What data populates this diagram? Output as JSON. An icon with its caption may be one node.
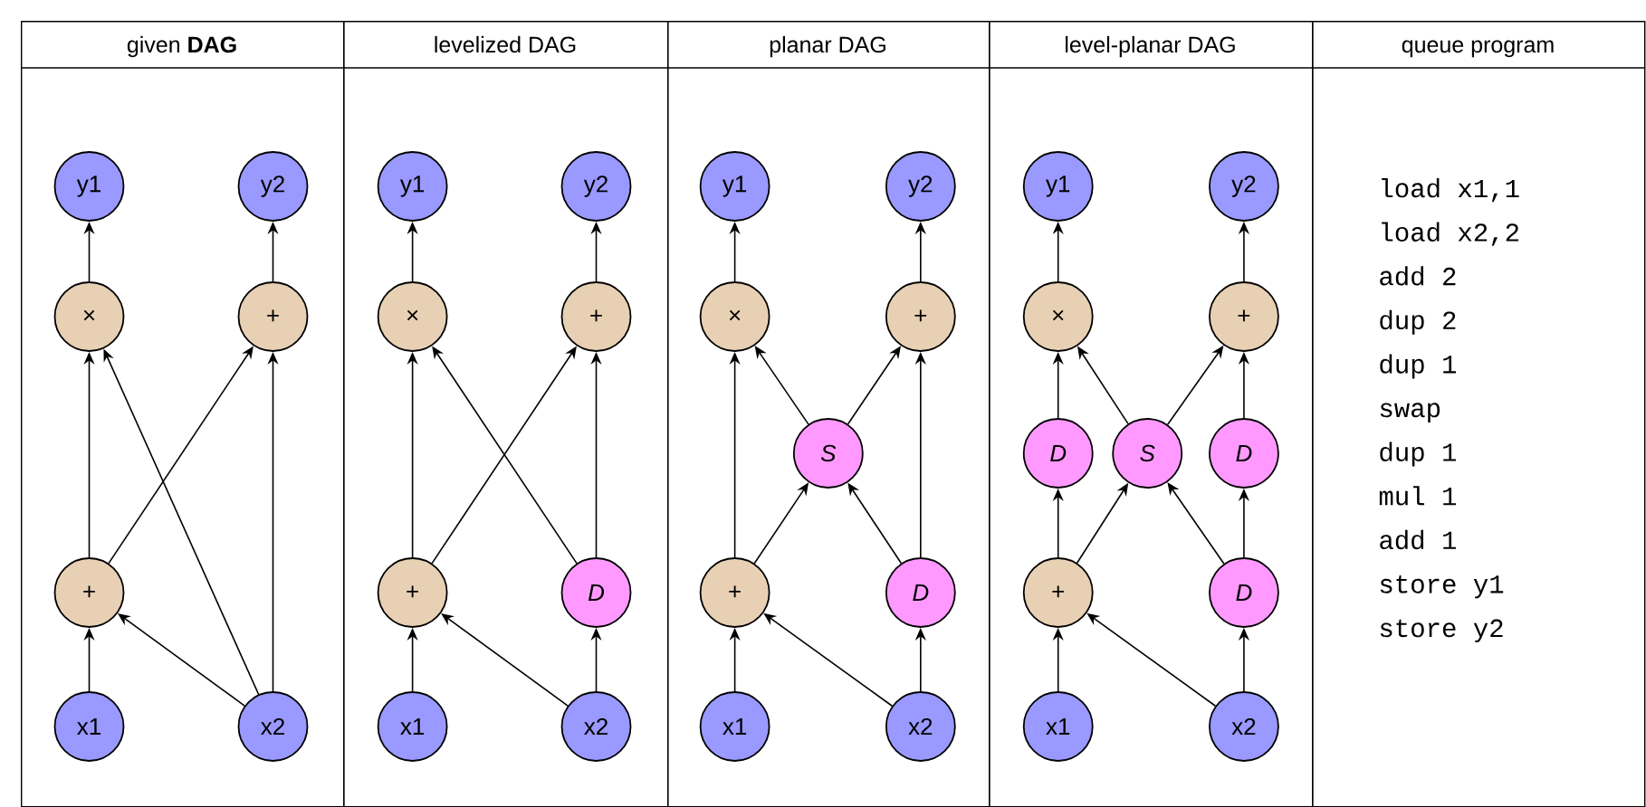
{
  "diagram": {
    "nodes": [
      {
        "text": [
          "given **DAG**"
        ]
      },
      {
        "text": [
          "y1"
        ],
        "in": 0
      },
      {
        "text": [
          "y2"
        ],
        "in": 0
      },
      {
        "text": [
          "×"
        ],
        "in": 0
      },
      {
        "text": [
          "+"
        ],
        "in": 0
      },
      {
        "text": [
          "+"
        ],
        "in": 0
      },
      {
        "text": [
          "x1"
        ],
        "in": 0
      },
      {
        "text": [
          "x2"
        ],
        "in": 0
      },
      {
        "text": [
          "levelized DAG"
        ]
      },
      {
        "text": [
          "y1"
        ],
        "in": 8
      },
      {
        "text": [
          "y2"
        ],
        "in": 8
      },
      {
        "text": [
          "×"
        ],
        "in": 8
      },
      {
        "text": [
          "+"
        ],
        "in": 8
      },
      {
        "text": [
          "+"
        ],
        "in": 8
      },
      {
        "text": [
          "D"
        ],
        "in": 8
      },
      {
        "text": [
          "x1"
        ],
        "in": 8
      },
      {
        "text": [
          "x2"
        ],
        "in": 8
      },
      {
        "text": [
          "planar DAG"
        ]
      },
      {
        "text": [
          "y1"
        ],
        "in": 17
      },
      {
        "text": [
          "y2"
        ],
        "in": 17
      },
      {
        "text": [
          "×"
        ],
        "in": 17
      },
      {
        "text": [
          "+"
        ],
        "in": 17
      },
      {
        "text": [
          "S"
        ],
        "in": 17
      },
      {
        "text": [
          "+"
        ],
        "in": 17
      },
      {
        "text": [
          "D"
        ],
        "in": 17
      },
      {
        "text": [
          "x1"
        ],
        "in": 17
      },
      {
        "text": [
          "x2"
        ],
        "in": 17
      },
      {
        "text": [
          "level-planar DAG"
        ]
      },
      {
        "text": [
          "y1"
        ],
        "in": 27
      },
      {
        "text": [
          "y2"
        ],
        "in": 27
      },
      {
        "text": [
          "×"
        ],
        "in": 27
      },
      {
        "text": [
          "+"
        ],
        "in": 27
      },
      {
        "text": [
          "D"
        ],
        "in": 27
      },
      {
        "text": [
          "S"
        ],
        "in": 27
      },
      {
        "text": [
          "D"
        ],
        "in": 27
      },
      {
        "text": [
          "+"
        ],
        "in": 27
      },
      {
        "text": [
          "D"
        ],
        "in": 27
      },
      {
        "text": [
          "x1"
        ],
        "in": 27
      },
      {
        "text": [
          "x2"
        ],
        "in": 27
      },
      {
        "text": [
          "queue program",
          "load x1,1",
          "load x2,2",
          "add 2",
          "dup 2",
          "dup 1",
          "swap",
          "dup 1",
          "mul 1",
          "add 1",
          "store y1",
          "store y2"
        ]
      }
    ],
    "edges": [
      {
        "from": 6,
        "to": 5,
        "arrow": "to"
      },
      {
        "from": 7,
        "to": 5,
        "arrow": "to"
      },
      {
        "from": 5,
        "to": 3,
        "arrow": "to"
      },
      {
        "from": 5,
        "to": 4,
        "arrow": "to"
      },
      {
        "from": 7,
        "to": 3,
        "arrow": "to"
      },
      {
        "from": 7,
        "to": 4,
        "arrow": "to"
      },
      {
        "from": 3,
        "to": 1,
        "arrow": "to"
      },
      {
        "from": 4,
        "to": 2,
        "arrow": "to"
      },
      {
        "from": 15,
        "to": 13,
        "arrow": "to"
      },
      {
        "from": 16,
        "to": 13,
        "arrow": "to"
      },
      {
        "from": 16,
        "to": 14,
        "arrow": "to"
      },
      {
        "from": 13,
        "to": 11,
        "arrow": "to"
      },
      {
        "from": 13,
        "to": 12,
        "arrow": "to"
      },
      {
        "from": 14,
        "to": 11,
        "arrow": "to"
      },
      {
        "from": 14,
        "to": 12,
        "arrow": "to"
      },
      {
        "from": 11,
        "to": 9,
        "arrow": "to"
      },
      {
        "from": 12,
        "to": 10,
        "arrow": "to"
      },
      {
        "from": 25,
        "to": 23,
        "arrow": "to"
      },
      {
        "from": 26,
        "to": 23,
        "arrow": "to"
      },
      {
        "from": 26,
        "to": 24,
        "arrow": "to"
      },
      {
        "from": 23,
        "to": 20,
        "arrow": "to"
      },
      {
        "from": 23,
        "to": 22,
        "arrow": "to"
      },
      {
        "from": 24,
        "to": 22,
        "arrow": "to"
      },
      {
        "from": 24,
        "to": 21,
        "arrow": "to"
      },
      {
        "from": 22,
        "to": 20,
        "arrow": "to"
      },
      {
        "from": 22,
        "to": 21,
        "arrow": "to"
      },
      {
        "from": 20,
        "to": 18,
        "arrow": "to"
      },
      {
        "from": 21,
        "to": 19,
        "arrow": "to"
      },
      {
        "from": 37,
        "to": 35,
        "arrow": "to"
      },
      {
        "from": 38,
        "to": 35,
        "arrow": "to"
      },
      {
        "from": 38,
        "to": 36,
        "arrow": "to"
      },
      {
        "from": 35,
        "to": 32,
        "arrow": "to"
      },
      {
        "from": 35,
        "to": 33,
        "arrow": "to"
      },
      {
        "from": 36,
        "to": 33,
        "arrow": "to"
      },
      {
        "from": 36,
        "to": 34,
        "arrow": "to"
      },
      {
        "from": 32,
        "to": 30,
        "arrow": "to"
      },
      {
        "from": 33,
        "to": 30,
        "arrow": "to"
      },
      {
        "from": 33,
        "to": 31,
        "arrow": "to"
      },
      {
        "from": 34,
        "to": 31,
        "arrow": "to"
      },
      {
        "from": 30,
        "to": 28,
        "arrow": "to"
      },
      {
        "from": 31,
        "to": 29,
        "arrow": "to"
      }
    ]
  }
}
